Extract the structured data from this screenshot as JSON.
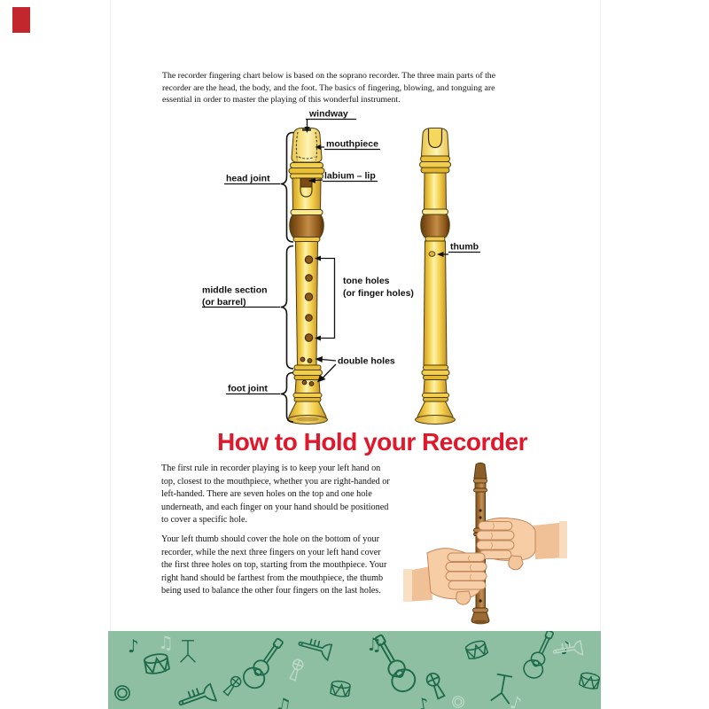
{
  "page": {
    "corner_marker_color": "#c1272d",
    "intro": {
      "lines": [
        "The recorder fingering chart below is based on the soprano recorder. The three main parts of the",
        "recorder are the head, the body, and the foot. The basics of fingering, blowing, and tonguing are",
        "essential in order to master the playing of this wonderful instrument."
      ]
    },
    "diagram": {
      "labels": {
        "windway": "windway",
        "mouthpiece": "mouthpiece",
        "labium_lip": "labium – lip",
        "head_joint": "head joint",
        "middle_section_1": "middle section",
        "middle_section_2": "(or barrel)",
        "tone_holes_1": "tone holes",
        "tone_holes_2": "(or finger holes)",
        "double_holes": "double holes",
        "foot_joint": "foot joint",
        "thumb": "thumb"
      },
      "colors": {
        "body_yellow": "#f2ce4e",
        "body_highlight": "#fdf3ae",
        "joint_brown": "#9c6424",
        "outline": "#4c3d0e",
        "label_text": "#101010"
      }
    },
    "heading": {
      "text": "How to Hold your Recorder",
      "color": "#e0182b"
    },
    "para1": {
      "lines": [
        "The first rule in recorder playing is to keep your left hand on",
        "top, closest to the mouthpiece, whether you are right-handed or",
        "left-handed. There are seven holes on the top and one hole",
        "underneath, and each finger on your hand should be positioned",
        "to cover a specific hole."
      ]
    },
    "para2": {
      "lines": [
        "Your left thumb should cover the hole on the bottom of your",
        "recorder, while the next three fingers on your left hand cover",
        "the first three holes on top, starting from the mouthpiece. Your",
        "right hand should be farthest from the mouthpiece, the thumb",
        "being used to balance the other four fingers on the last holes."
      ]
    },
    "footer_band": {
      "background": "#8fbfa3",
      "doodle_dark": "#1e6b4b",
      "doodle_light": "#bcd9c8"
    }
  }
}
